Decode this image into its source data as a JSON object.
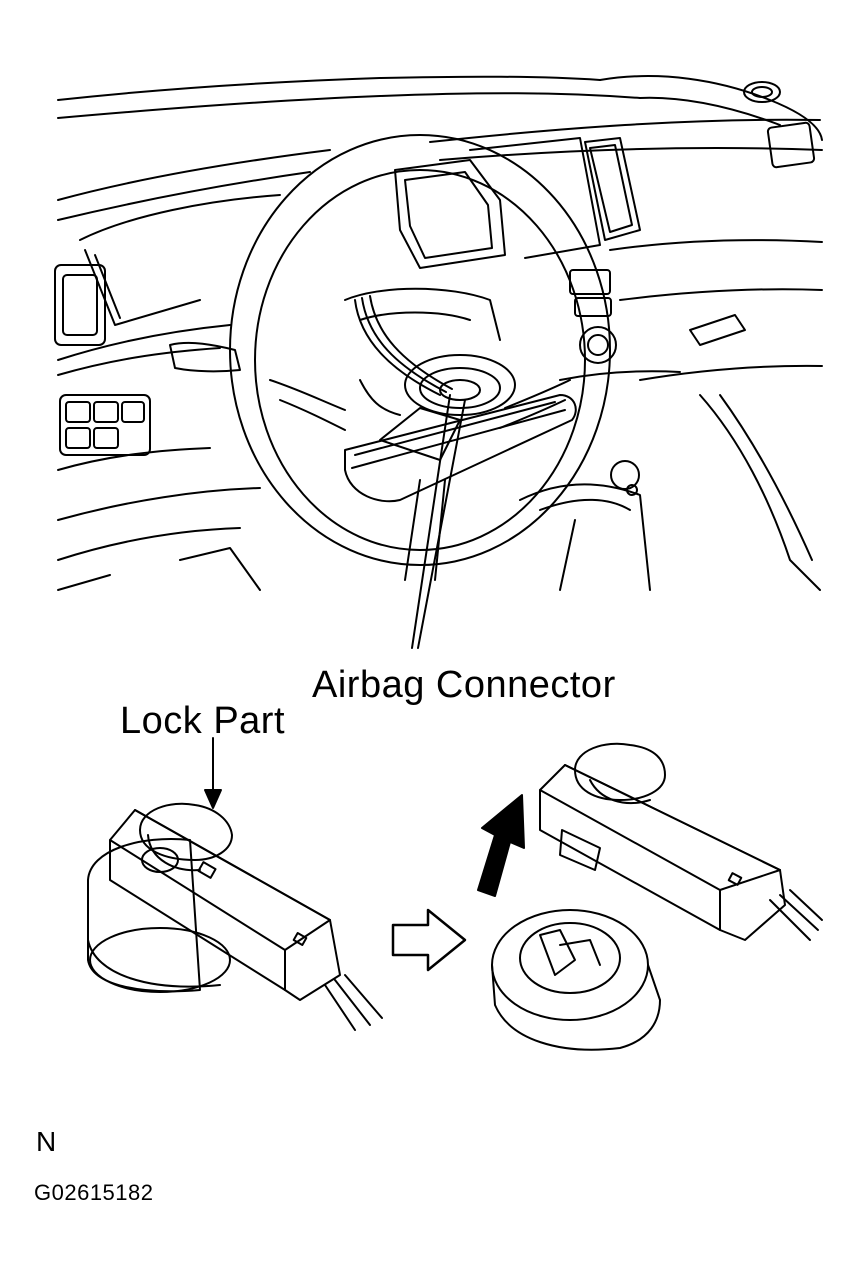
{
  "labels": {
    "airbag_connector": "Airbag Connector",
    "lock_part": "Lock Part",
    "orientation_mark": "N",
    "figure_code": "G02615182"
  },
  "colors": {
    "line": "#000000",
    "background": "#ffffff"
  }
}
